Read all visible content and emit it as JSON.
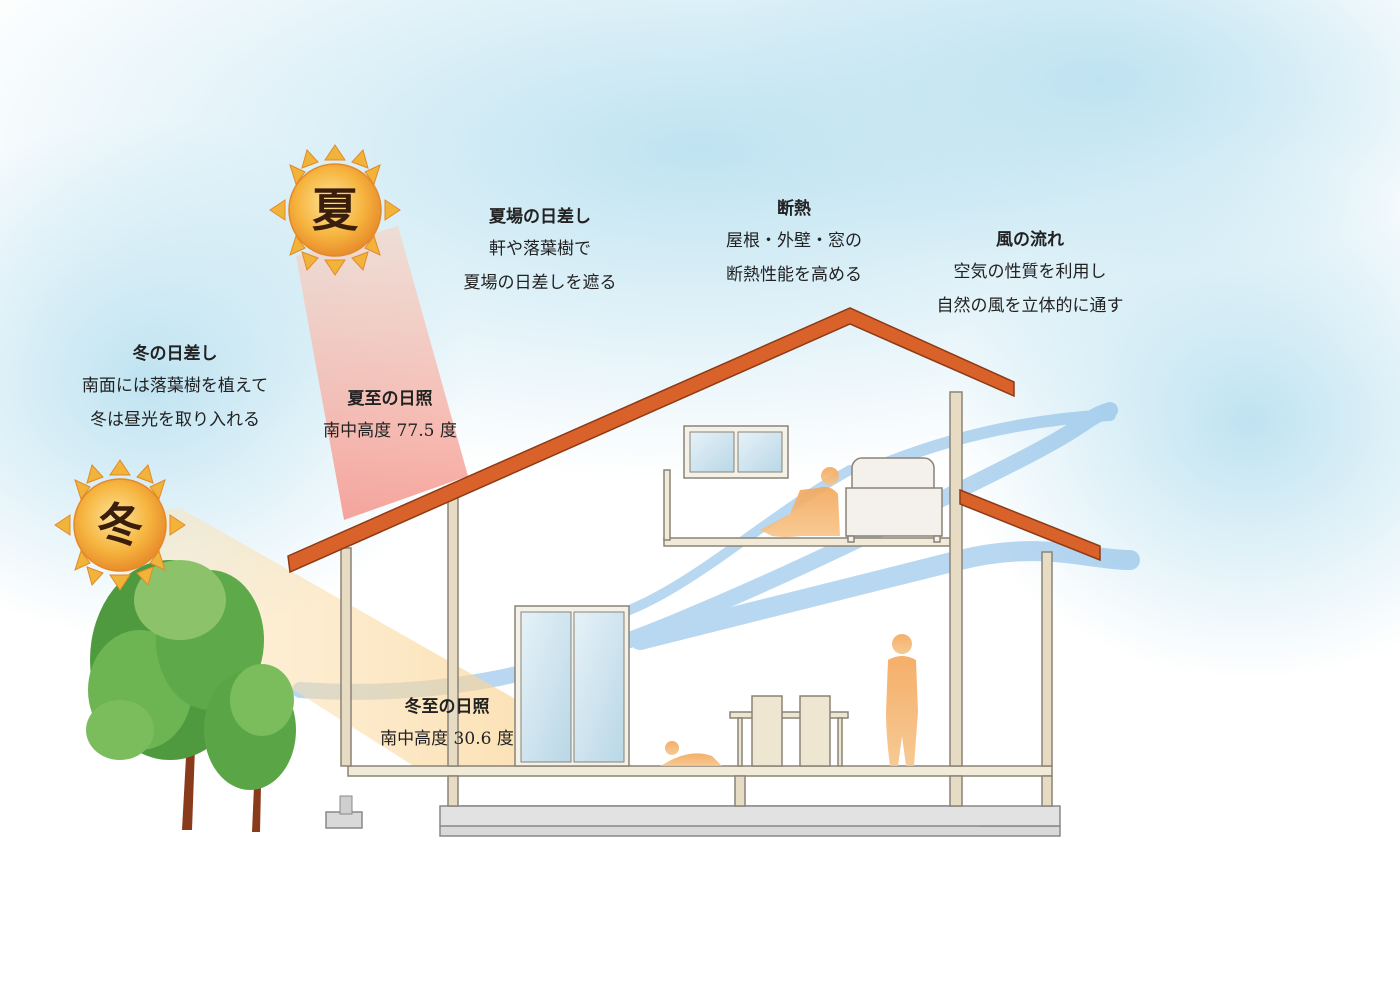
{
  "suns": {
    "summer_char": "夏",
    "winter_char": "冬"
  },
  "labels": {
    "summer_sun": {
      "title": "夏場の日差し",
      "line1": "軒や落葉樹で",
      "line2": "夏場の日差しを遮る"
    },
    "insulation": {
      "title": "断熱",
      "line1": "屋根・外壁・窓の",
      "line2": "断熱性能を高める"
    },
    "wind": {
      "title": "風の流れ",
      "line1": "空気の性質を利用し",
      "line2": "自然の風を立体的に通す"
    },
    "winter_sun": {
      "title": "冬の日差し",
      "line1": "南面には落葉樹を植えて",
      "line2": "冬は昼光を取り入れる"
    },
    "summer_solstice": {
      "title": "夏至の日照",
      "value": "南中高度 77.5 度"
    },
    "winter_solstice": {
      "title": "冬至の日照",
      "value": "南中高度 30.6 度"
    }
  },
  "colors": {
    "sky": "#cfe9f4",
    "roof": "#d9612a",
    "summer_beam": "#f6a9a0",
    "winter_beam": "#fbd79c",
    "sun": "#f2a431",
    "wind": "#7fb7e6",
    "tree": "#5da946",
    "person": "#f0a250"
  }
}
